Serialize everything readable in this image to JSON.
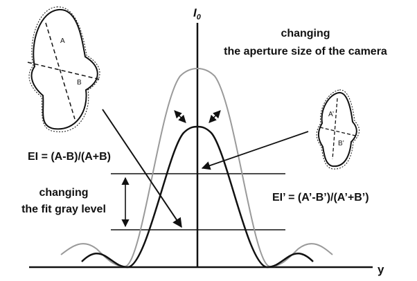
{
  "axis": {
    "y_axis_label": "I",
    "y_axis_subscript": "0",
    "x_axis_label": "y"
  },
  "annotations": {
    "aperture_line1": "changing",
    "aperture_line2": "the aperture size of the camera",
    "graylevel_line1": "changing",
    "graylevel_line2": "the fit gray level",
    "ei_formula": "EI = (A-B)/(A+B)",
    "ei_prime_formula": "EI’ = (A’-B’)/(A’+B’)"
  },
  "shape_labels": {
    "a": "A",
    "b": "B",
    "a_prime": "A’",
    "b_prime": "B’"
  },
  "colors": {
    "dark_curve": "#111111",
    "gray_curve": "#9a9a9a",
    "text": "#111111"
  }
}
